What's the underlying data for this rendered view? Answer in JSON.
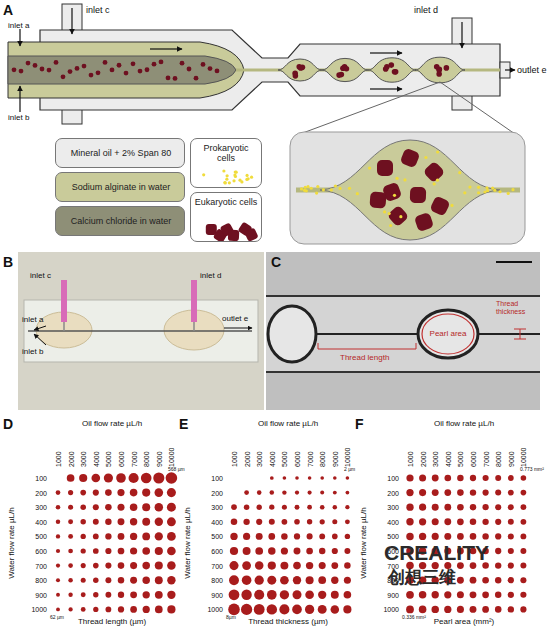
{
  "diagram": {
    "labels": [
      "A",
      "inlet a",
      "inlet b",
      "inlet c",
      "inlet d",
      "outlet e",
      "B",
      "inlet c",
      "inlet d",
      "inlet a",
      "inlet b",
      "outlet e",
      "C",
      "Thread length",
      "Pearl area",
      "Thread thickness",
      "D",
      "Oil flow rate µL/h",
      "1000",
      "2000",
      "3000",
      "4000",
      "5000",
      "6000",
      "7000",
      "8000",
      "9000",
      "10000",
      "Water flow rate µL/h",
      "100",
      "200",
      "300",
      "400",
      "500",
      "600",
      "700",
      "800",
      "900",
      "1000",
      "Thread length (µm)",
      "568 µm",
      "62 µm",
      "E",
      "Oil flow rate µL/h",
      "1000",
      "2000",
      "3000",
      "4000",
      "5000",
      "6000",
      "7000",
      "8000",
      "9000",
      "10000",
      "Water flow rate µL/h",
      "100",
      "200",
      "300",
      "400",
      "500",
      "600",
      "700",
      "800",
      "900",
      "1000",
      "Thread thickness (µm)",
      "2 µm",
      "8µm",
      "F",
      "Oil flow rate µL/h",
      "1000",
      "2000",
      "3000",
      "4000",
      "5000",
      "6000",
      "7000",
      "8000",
      "9000",
      "10000",
      "Water flow rate µL/h",
      "100",
      "200",
      "300",
      "400",
      "500",
      "600",
      "700",
      "800",
      "900",
      "1000",
      "Pearl area (mm²)",
      "0.773 mm²",
      "0.336 mm²",
      "CREALITY",
      "创想三维"
    ],
    "legend": [
      {
        "text": "Mineral oil + 2% Span 80",
        "color": "#ececec"
      },
      {
        "text": "Sodium alginate in water",
        "color": "#c9cb9a"
      },
      {
        "text": "Calcium chloride in water",
        "color": "#8e8f77"
      },
      {
        "text": "Prokaryotic cells"
      },
      {
        "text": "Eukaryotic cells"
      }
    ]
  }
}
